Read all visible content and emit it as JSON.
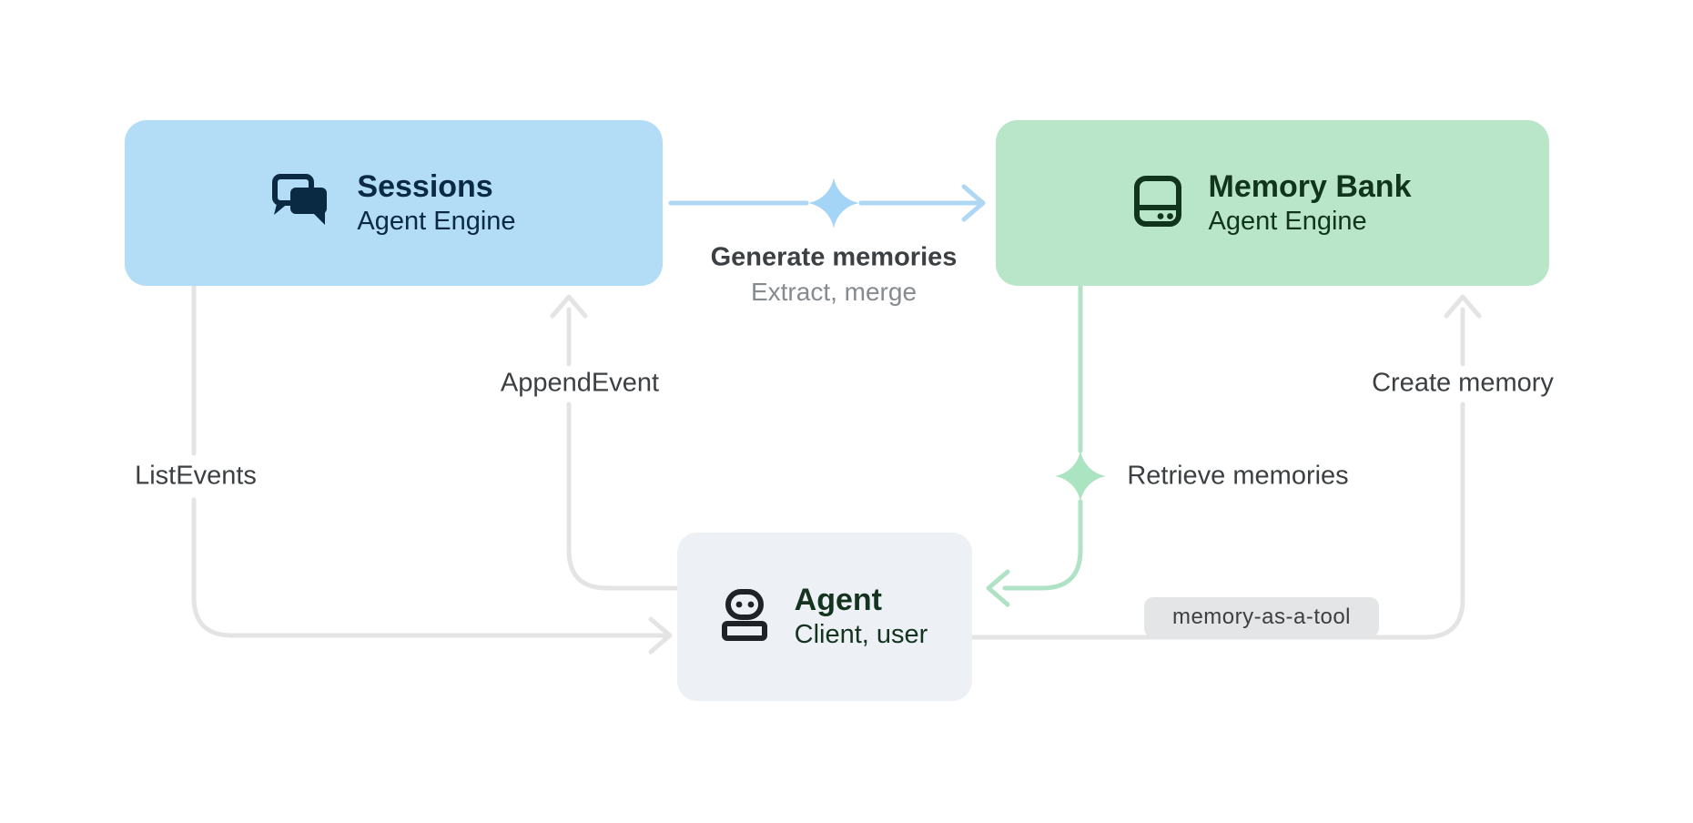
{
  "nodes": {
    "sessions": {
      "title": "Sessions",
      "subtitle": "Agent Engine",
      "icon": "chat-forum-icon",
      "fill": "#b3ddf6",
      "text_color": "#0a2a44"
    },
    "memory_bank": {
      "title": "Memory Bank",
      "subtitle": "Agent Engine",
      "icon": "hard-drive-icon",
      "fill": "#b9e6c8",
      "text_color": "#11351c"
    },
    "agent": {
      "title": "Agent",
      "subtitle": "Client, user",
      "icon": "robot-icon",
      "fill": "#edf0f4",
      "text_color": "#143420",
      "icon_color": "#1f2328"
    }
  },
  "edges": {
    "generate_memories": {
      "label": "Generate memories",
      "sublabel": "Extract, merge",
      "from": "sessions",
      "to": "memory_bank",
      "color": "#aed7f4",
      "decoration": "sparkle-icon"
    },
    "retrieve_memories": {
      "label": "Retrieve memories",
      "from": "memory_bank",
      "to": "agent",
      "color": "#b0e3c5",
      "decoration": "sparkle-icon"
    },
    "append_event": {
      "label": "AppendEvent",
      "from": "agent",
      "to": "sessions",
      "color": "#e4e4e4"
    },
    "list_events": {
      "label": "ListEvents",
      "from": "sessions",
      "to": "agent",
      "color": "#e4e4e4"
    },
    "create_memory": {
      "label": "Create memory",
      "badge": "memory-as-a-tool",
      "from": "agent",
      "to": "memory_bank",
      "color": "#e4e4e4"
    }
  },
  "colors": {
    "background": "#ffffff",
    "edge_label_text": "#3c4043",
    "edge_sublabel_text": "#868b90",
    "gray_edge": "#e4e4e4",
    "blue_edge": "#aed7f4",
    "blue_sparkle": "#a4d4f6",
    "green_edge": "#b0e3c5",
    "green_sparkle": "#abe4c0",
    "badge_background": "#e4e5e6",
    "badge_text": "#3c4043"
  }
}
